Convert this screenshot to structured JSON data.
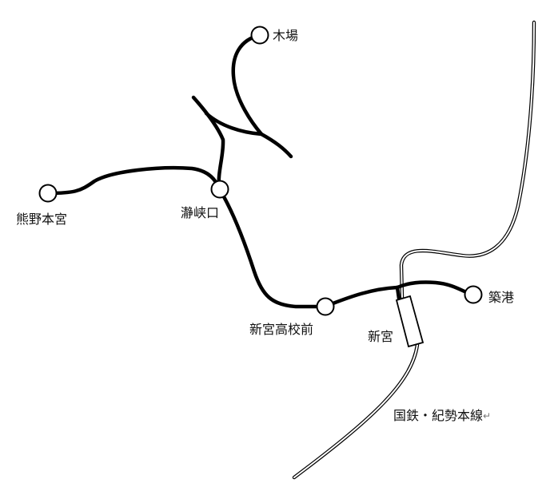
{
  "map": {
    "stations": [
      {
        "id": "kiba",
        "label": "木場"
      },
      {
        "id": "kumano-hongu",
        "label": "熊野本宮"
      },
      {
        "id": "torokyo-guchi",
        "label": "瀞峡口"
      },
      {
        "id": "shingu-koko",
        "label": "新宮高校前"
      },
      {
        "id": "shingu",
        "label": "新宮"
      },
      {
        "id": "chikko",
        "label": "築港"
      }
    ],
    "railway_label": "国鉄・紀勢本線",
    "return_mark": "↵",
    "colors": {
      "line": "#000000",
      "background": "#ffffff",
      "text": "#111111"
    }
  }
}
